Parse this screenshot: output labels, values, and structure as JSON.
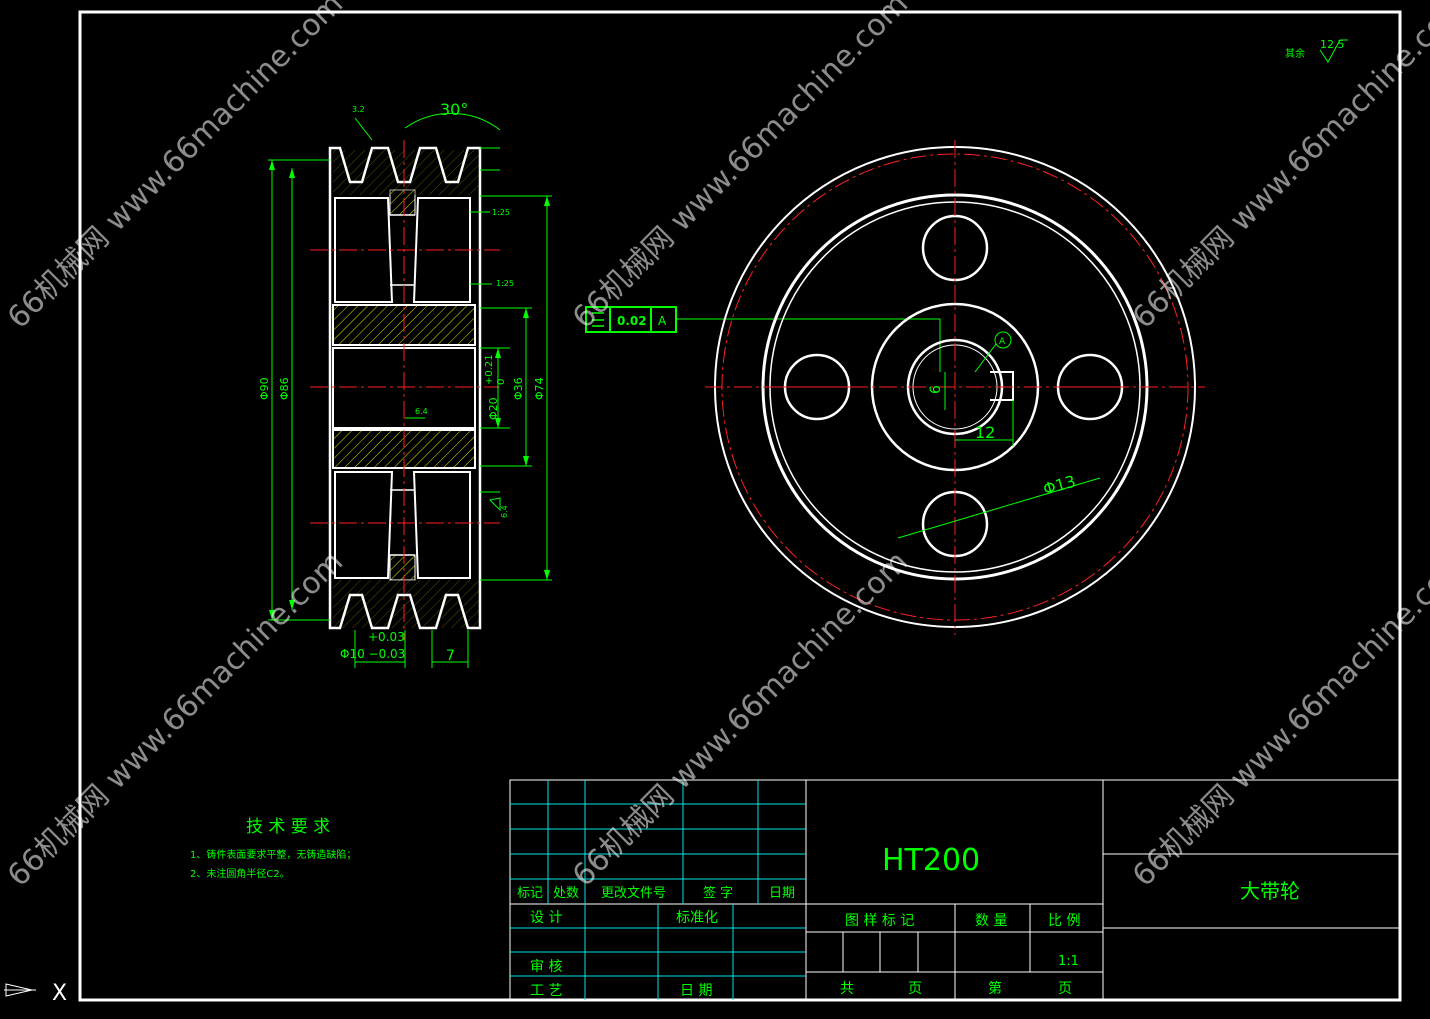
{
  "drawing": {
    "part_name": "大带轮",
    "material": "HT200",
    "scale": "1:1",
    "surface_finish_note": "其余",
    "surface_finish_value": "12.5"
  },
  "dimensions": {
    "groove_angle": "30°",
    "roughness_groove": "3.2",
    "taper1": "1:25",
    "taper2": "1:25",
    "d90": "Φ90",
    "d86": "Φ86",
    "d20": "Φ20",
    "tol_upper": "+0.21",
    "tol_lower": "0",
    "d36": "Φ36",
    "d74": "Φ74",
    "roughness_bore": "6.4",
    "roughness_right": "6.4",
    "d10_tol_upper": "+0.03",
    "d10": "Φ10 −0.03",
    "width7": "7",
    "keyway_depth": "6",
    "keyway_width": "12",
    "hole_dia": "Φ13",
    "datum": "A"
  },
  "tolerance_frame": {
    "value": "0.02",
    "datum": "A"
  },
  "tech_requirements": {
    "title": "技 术 要 求",
    "items": [
      "1、铸件表面要求平整，无铸造缺陷；",
      "2、未注圆角半径C2。"
    ]
  },
  "title_block": {
    "rev_headers": [
      "标记",
      "处数",
      "更改文件号",
      "签 字",
      "日期"
    ],
    "design": "设 计",
    "standardize": "标准化",
    "check": "审 核",
    "process": "工 艺",
    "date": "日 期",
    "sample_mark": "图 样 标 记",
    "quantity": "数 量",
    "ratio": "比 例",
    "total": "共",
    "page": "页",
    "nth": "第",
    "page2": "页"
  },
  "watermark": "66机械网 www.66machine.com",
  "ucs": "X",
  "colors": {
    "background": "#000000",
    "outline": "#ffffff",
    "dimension": "#00ff00",
    "center": "#ff0000",
    "grid": "#00ffff",
    "hatch": "#ffff00"
  }
}
